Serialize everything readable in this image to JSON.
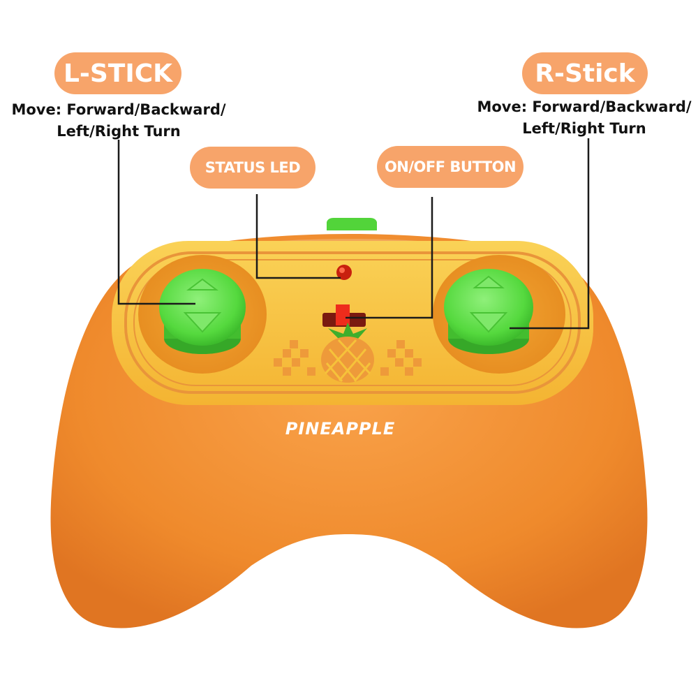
{
  "callouts": {
    "l_stick": {
      "label": "L-STICK",
      "description_line1": "Move: Forward/Backward/",
      "description_line2": "Left/Right Turn"
    },
    "r_stick": {
      "label": "R-Stick",
      "description_line1": "Move: Forward/Backward/",
      "description_line2": "Left/Right Turn"
    },
    "status_led": {
      "label": "STATUS LED"
    },
    "power_button": {
      "label": "ON/OFF BUTTON"
    }
  },
  "controller": {
    "brand_text": "PINEAPPLE"
  },
  "colors": {
    "pill": "#f7a46a",
    "body": "#f08a2a",
    "panel": "#f6c23a",
    "stick": "#5ee04a",
    "led": "#c8200e",
    "switch": "#e8281a",
    "leader_line": "#1a1a1a"
  }
}
